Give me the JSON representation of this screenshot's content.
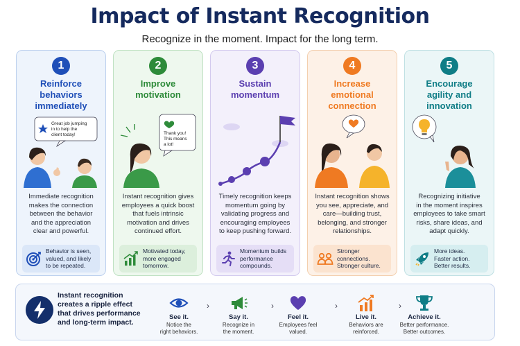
{
  "header": {
    "title": "Impact of Instant Recognition",
    "subtitle": "Recognize in the moment. Impact for the long term."
  },
  "colors": {
    "blue": "#1f4fb8",
    "green": "#2e8b3a",
    "purple": "#5b3fb0",
    "orange": "#ef7a22",
    "teal": "#0f7d86",
    "navy": "#142f6b"
  },
  "cards": [
    {
      "number": "1",
      "title_lines": [
        "Reinforce",
        "behaviors",
        "immediately"
      ],
      "bubble_lines": [
        "Great job jumping",
        "in to help the",
        "client today!"
      ],
      "desc_lines": [
        "Immediate recognition",
        "makes the connection",
        "between the behavior",
        "and the appreciation",
        "clear and powerful."
      ],
      "callout_lines": [
        "Behavior is seen,",
        "valued, and likely",
        "to be repeated."
      ],
      "callout_icon": "target-icon"
    },
    {
      "number": "2",
      "title_lines": [
        "Improve",
        "motivation"
      ],
      "bubble_lines": [
        "Thank you!",
        "This means",
        "a lot!"
      ],
      "desc_lines": [
        "Instant recognition gives",
        "employees a quick boost",
        "that fuels intrinsic",
        "motivation and drives",
        "continued effort."
      ],
      "callout_lines": [
        "Motivated today,",
        "more engaged",
        "tomorrow."
      ],
      "callout_icon": "growth-chart-icon"
    },
    {
      "number": "3",
      "title_lines": [
        "Sustain",
        "momentum"
      ],
      "desc_lines": [
        "Timely recognition keeps",
        "momentum going by",
        "validating progress and",
        "encouraging employees",
        "to keep pushing forward."
      ],
      "callout_lines": [
        "Momentum builds",
        "performance",
        "compounds."
      ],
      "callout_icon": "runner-icon"
    },
    {
      "number": "4",
      "title_lines": [
        "Increase",
        "emotional",
        "connection"
      ],
      "desc_lines": [
        "Instant recognition shows",
        "you see, appreciate, and",
        "care—building trust,",
        "belonging, and stronger",
        "relationships."
      ],
      "callout_lines": [
        "Stronger connections.",
        "Stronger culture."
      ],
      "callout_icon": "people-icon"
    },
    {
      "number": "5",
      "title_lines": [
        "Encourage",
        "agility and",
        "innovation"
      ],
      "desc_lines": [
        "Recognizing initiative",
        "in the moment inspires",
        "employees to take smart",
        "risks, share ideas, and",
        "adapt quickly."
      ],
      "callout_lines": [
        "More ideas.",
        "Faster action.",
        "Better results."
      ],
      "callout_icon": "rocket-icon"
    }
  ],
  "bottom": {
    "ripple_lines": [
      "Instant recognition",
      "creates a ripple effect",
      "that drives performance",
      "and long-term impact."
    ],
    "chevron": "›",
    "steps": [
      {
        "head": "See it.",
        "sub_lines": [
          "Notice the",
          "right behaviors."
        ],
        "icon": "eye-icon"
      },
      {
        "head": "Say it.",
        "sub_lines": [
          "Recognize in",
          "the moment."
        ],
        "icon": "megaphone-icon"
      },
      {
        "head": "Feel it.",
        "sub_lines": [
          "Employees feel",
          "valued."
        ],
        "icon": "heart-icon"
      },
      {
        "head": "Live it.",
        "sub_lines": [
          "Behaviors are",
          "reinforced."
        ],
        "icon": "bar-chart-icon"
      },
      {
        "head": "Achieve it.",
        "sub_lines": [
          "Better performance.",
          "Better outcomes."
        ],
        "icon": "trophy-icon"
      }
    ]
  }
}
